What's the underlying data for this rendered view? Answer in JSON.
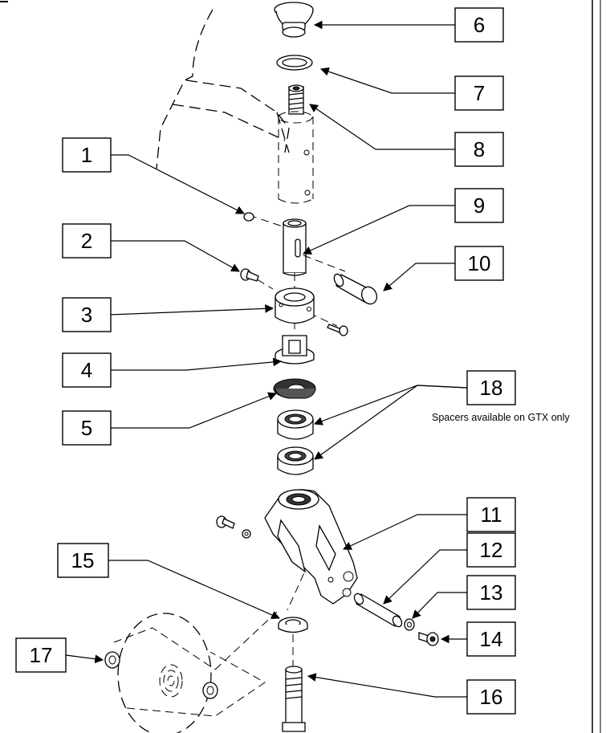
{
  "callouts": {
    "c1": "1",
    "c2": "2",
    "c3": "3",
    "c4": "4",
    "c5": "5",
    "c6": "6",
    "c7": "7",
    "c8": "8",
    "c9": "9",
    "c10": "10",
    "c11": "11",
    "c12": "12",
    "c13": "13",
    "c14": "14",
    "c15": "15",
    "c16": "16",
    "c17": "17",
    "c18": "18"
  },
  "notes": {
    "spacers": "Spacers available on GTX only"
  }
}
